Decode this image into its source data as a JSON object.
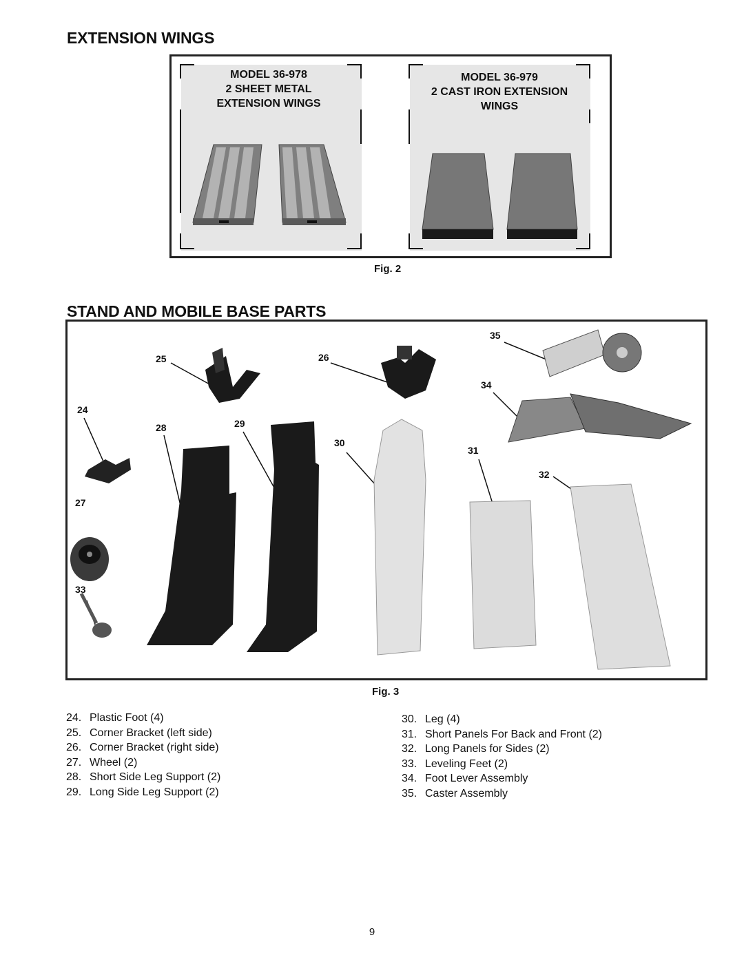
{
  "headings": {
    "extension_wings": "EXTENSION WINGS",
    "stand_parts": "STAND AND MOBILE BASE PARTS"
  },
  "fig2": {
    "label": "Fig. 2",
    "left": {
      "line1": "MODEL 36-978",
      "line2": "2 SHEET METAL",
      "line3": "EXTENSION WINGS"
    },
    "right": {
      "line1": "MODEL 36-979",
      "line2": "2 CAST IRON EXTENSION",
      "line3": "WINGS"
    }
  },
  "fig3": {
    "label": "Fig. 3",
    "callouts": [
      "24",
      "25",
      "26",
      "27",
      "28",
      "29",
      "30",
      "31",
      "32",
      "33",
      "34",
      "35"
    ]
  },
  "parts_left": [
    {
      "num": "24.",
      "text": "Plastic Foot (4)"
    },
    {
      "num": "25.",
      "text": "Corner Bracket (left side)"
    },
    {
      "num": "26.",
      "text": "Corner Bracket (right side)"
    },
    {
      "num": "27.",
      "text": "Wheel (2)"
    },
    {
      "num": "28.",
      "text": "Short Side Leg Support (2)"
    },
    {
      "num": "29.",
      "text": "Long Side Leg Support (2)"
    }
  ],
  "parts_right": [
    {
      "num": "30.",
      "text": "Leg (4)"
    },
    {
      "num": "31.",
      "text": "Short Panels For Back and Front (2)"
    },
    {
      "num": "32.",
      "text": "Long Panels for Sides (2)"
    },
    {
      "num": "33.",
      "text": "Leveling Feet (2)"
    },
    {
      "num": "34.",
      "text": "Foot Lever Assembly"
    },
    {
      "num": "35.",
      "text": "Caster Assembly"
    }
  ],
  "page_number": "9"
}
